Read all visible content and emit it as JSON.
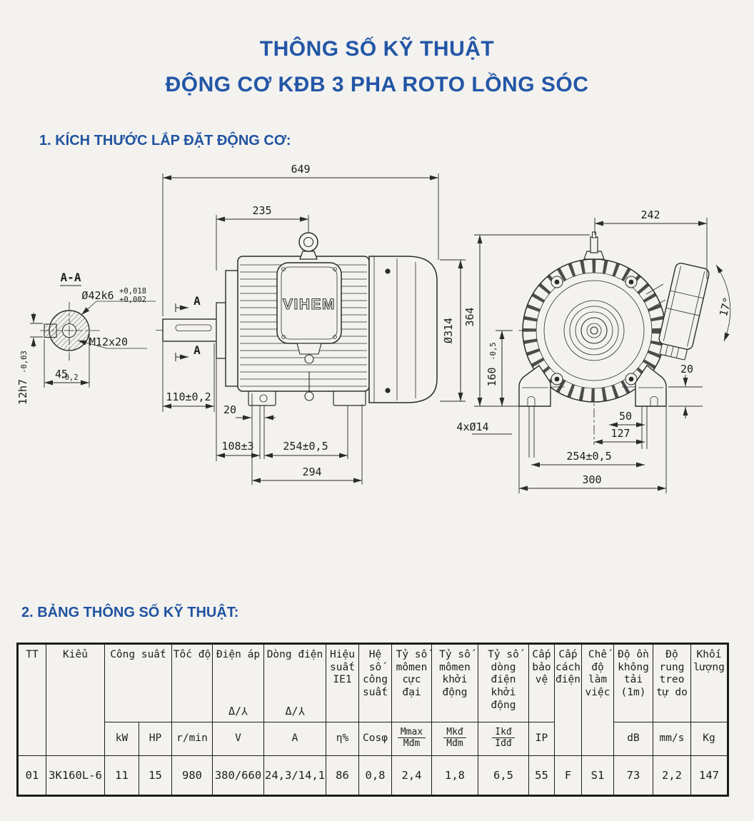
{
  "page": {
    "title1": "THÔNG SỐ KỸ THUẬT",
    "title2": "ĐỘNG CƠ KĐB 3 PHA ROTO LỒNG SÓC",
    "section1": "1. KÍCH THƯỚC LẮP ĐẶT ĐỘNG CƠ:",
    "section2": "2. BẢNG THÔNG SỐ KỸ THUẬT:"
  },
  "colors": {
    "heading_blue": "#2356a6",
    "line_ink": "#2b2b2b"
  },
  "drawing": {
    "brand": "VIHEM",
    "section_view": {
      "label": "A-A",
      "dia": "Ø42k6",
      "tol_top": "+0,018",
      "tol_bot": "+0,002",
      "thread": "M12x20",
      "key_w": "45",
      "key_w_tol": "-0,2",
      "key_h": "12h7",
      "key_h_tol": "-0,03"
    },
    "side_view": {
      "total_length": "649",
      "eye_offset": "235",
      "shaft_length": "110±0,2",
      "d20": "20",
      "d108": "108±3",
      "d254": "254±0,5",
      "d294": "294",
      "fan_dia": "Ø314",
      "section_mark": "A"
    },
    "front_view": {
      "d242": "242",
      "angle": "17°",
      "height": "364",
      "center_h": "160",
      "center_h_tol": "-0,5",
      "d20": "20",
      "d50": "50",
      "d127": "127",
      "holes": "4xØ14",
      "d254": "254±0,5",
      "d300": "300"
    }
  },
  "table": {
    "header": {
      "tt": "TT",
      "kieu": "Kiểu",
      "cong_suat": "Công suất",
      "toc_do": "Tốc độ",
      "dien_ap": "Điện áp",
      "dong_dien": "Dòng điện",
      "hieu_suat": "Hiệu suất IE1",
      "he_so": "Hệ số công suất",
      "momen_max": "Tỷ số mômen cực đại",
      "momen_kd": "Tỷ số mômen khởi động",
      "dong_kd": "Tỷ số dòng điện khởi động",
      "bao_ve": "Cấp bảo vệ",
      "cach_dien": "Cấp cách điện",
      "che_do": "Chế độ làm việc",
      "do_on": "Độ ồn không tải (1m)",
      "do_rung": "Độ rung treo tự do",
      "khoi_luong": "Khối lượng"
    },
    "symbols": {
      "delta": "Δ/",
      "wye": "Y"
    },
    "units": {
      "kw": "kW",
      "hp": "HP",
      "rpm": "r/min",
      "v": "V",
      "a": "A",
      "eta": "η%",
      "cos": "Cosφ",
      "mmax_n": "Mmax",
      "mmax_d": "Mđm",
      "mkd_n": "Mkđ",
      "mkd_d": "Mđm",
      "ikd_n": "Ikđ",
      "ikd_d": "Iđđ",
      "ip": "IP",
      "db": "dB",
      "mms": "mm/s",
      "kg": "Kg"
    },
    "rows": [
      {
        "tt": "01",
        "kieu": "3K160L-6",
        "kw": "11",
        "hp": "15",
        "rpm": "980",
        "v": "380/660",
        "a": "24,3/14,1",
        "eta": "86",
        "cos": "0,8",
        "mmax": "2,4",
        "mkd": "1,8",
        "ikd": "6,5",
        "ip": "55",
        "cach_dien": "F",
        "che_do": "S1",
        "db": "73",
        "rung": "2,2",
        "kg": "147"
      }
    ]
  }
}
